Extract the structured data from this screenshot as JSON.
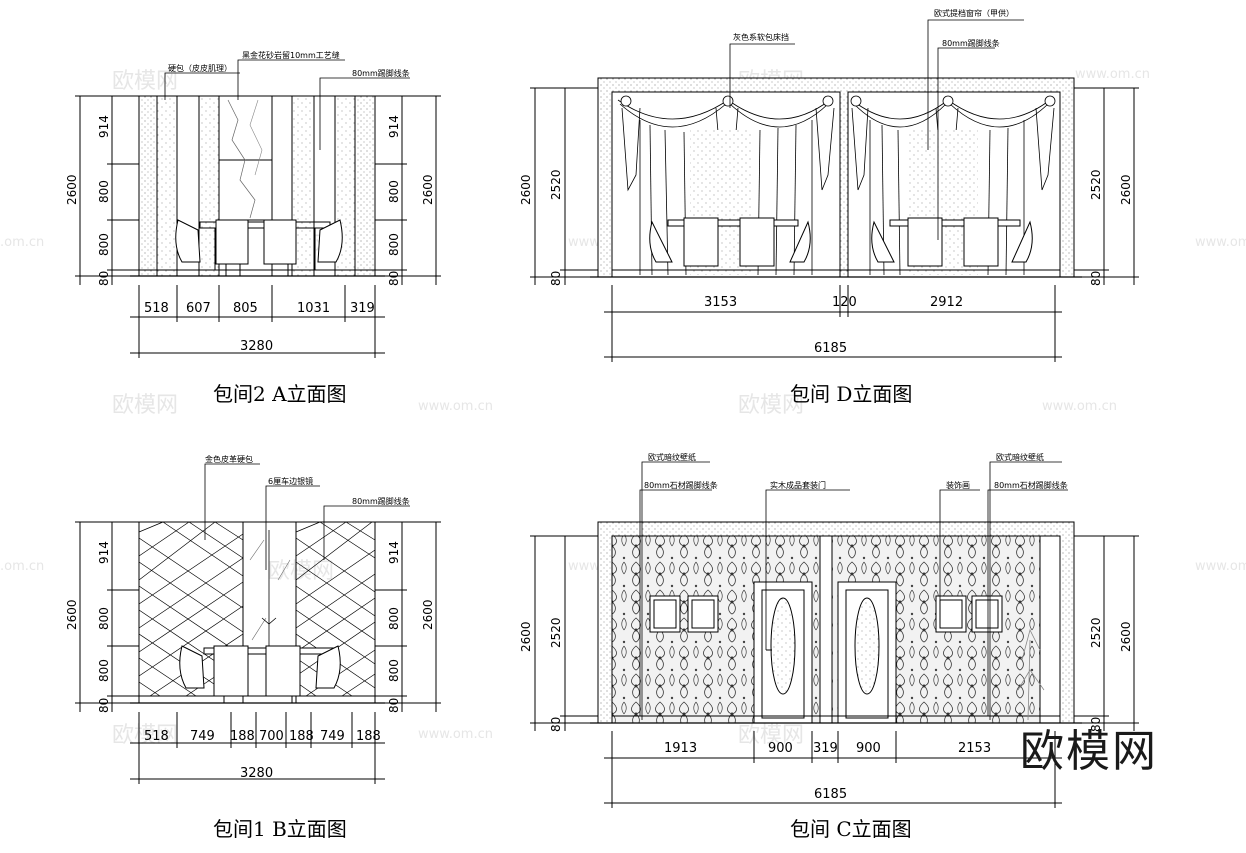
{
  "drawings": {
    "a": {
      "title": "包间2 A立面图",
      "labels": [
        "硬包（皮皮肌理）",
        "黑金花砂岩留10mm工艺缝",
        "80mm踢脚线条"
      ],
      "h_dims": [
        "518",
        "607",
        "805",
        "1031",
        "319"
      ],
      "total": "3280",
      "v_left": [
        "914",
        "800",
        "800",
        "80"
      ],
      "v_total": "2600",
      "v_right": [
        "914",
        "800",
        "800",
        "80"
      ]
    },
    "d": {
      "title": "包间 D立面图",
      "labels": [
        "灰色系软包床挡",
        "欧式提档窗帘（甲供）",
        "80mm踢脚线条"
      ],
      "h_dims": [
        "3153",
        "120",
        "2912"
      ],
      "total": "6185",
      "v_total": "2600",
      "v_main": "2520",
      "v_base": "80"
    },
    "b": {
      "title": "包间1 B立面图",
      "labels": [
        "金色皮革硬包",
        "6厘车边银镜",
        "80mm踢脚线条"
      ],
      "h_dims": [
        "518",
        "749",
        "188",
        "700",
        "188",
        "749",
        "188"
      ],
      "total": "3280",
      "v_left": [
        "914",
        "800",
        "800",
        "80"
      ],
      "v_total": "2600",
      "v_right": [
        "914",
        "800",
        "800",
        "80"
      ]
    },
    "c": {
      "title": "包间 C立面图",
      "labels": [
        "欧式暗纹壁纸",
        "80mm石材踢脚线条",
        "实木成品套装门",
        "装饰画",
        "欧式暗纹壁纸",
        "80mm石材踢脚线条"
      ],
      "h_dims": [
        "1913",
        "900",
        "319",
        "900",
        "2153"
      ],
      "total": "6185",
      "v_total": "2600",
      "v_main": "2520",
      "v_base": "80"
    }
  },
  "watermark": {
    "brand": "欧模网",
    "url": "www.om.cn",
    "url_short": ".om.cn"
  }
}
